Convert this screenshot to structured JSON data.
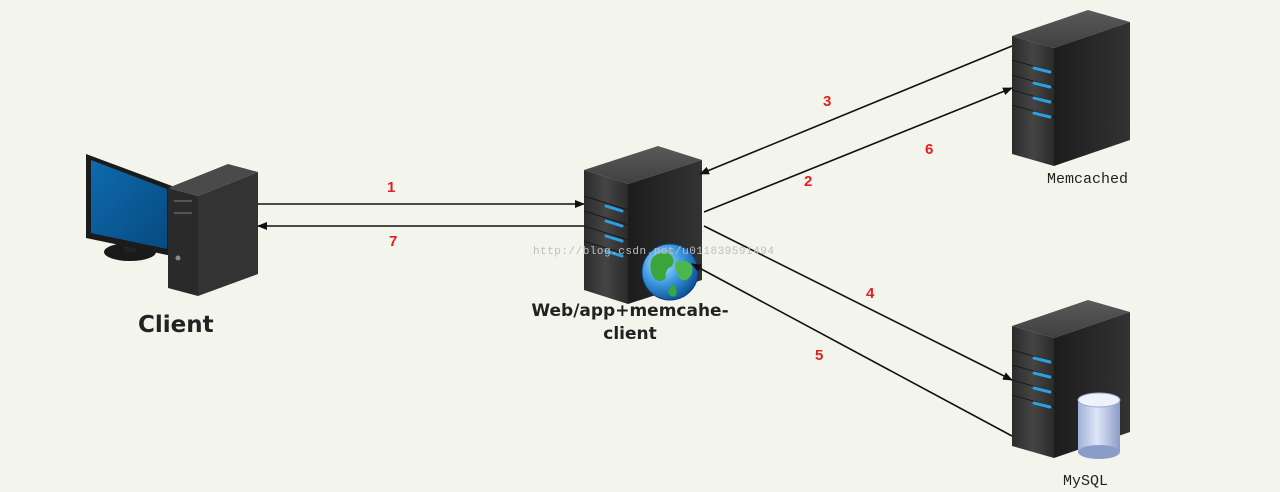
{
  "nodes": {
    "client": {
      "label": "Client"
    },
    "web": {
      "label_line1": "Web/app+memcahe-",
      "label_line2": "client"
    },
    "memcached": {
      "label": "Memcached"
    },
    "mysql": {
      "label": "MySQL"
    }
  },
  "watermark": "http://blog.csdn.net/u011839591494",
  "steps": [
    "1",
    "2",
    "3",
    "4",
    "5",
    "6",
    "7"
  ],
  "colors": {
    "background": "#f3f5ec",
    "step_numbers": "#e02020",
    "arrows": "#111111",
    "server_body": "#3a3a3a",
    "server_led": "#2aa0e0",
    "monitor_screen": "#0a5a96"
  },
  "icons": [
    "desktop-computer-icon",
    "server-icon",
    "globe-icon",
    "database-cylinder-icon"
  ]
}
